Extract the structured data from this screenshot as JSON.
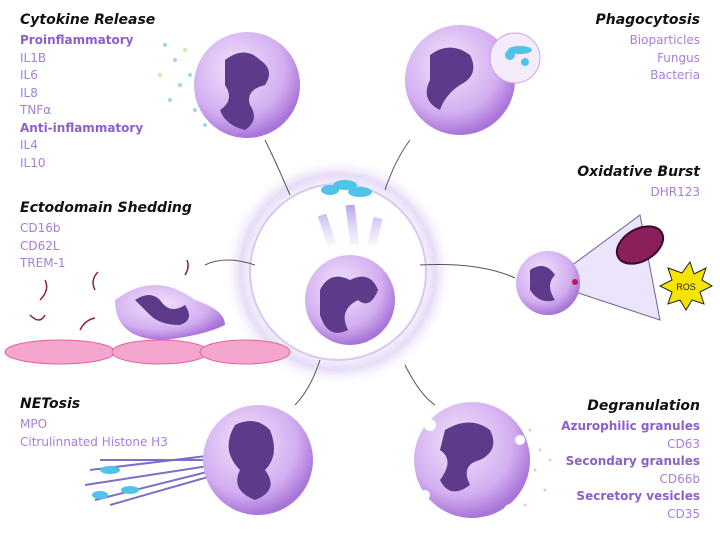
{
  "colors": {
    "accent": "#a77fda",
    "cell": "#c9a2e8",
    "nucleus": "#5e3a8a",
    "bacteria": "#4fc3e8",
    "ros": "#f5e400"
  },
  "cytokine_release": {
    "title": "Cytokine Release",
    "items": [
      {
        "label": "Proinflammatory",
        "bold": true
      },
      {
        "label": "IL1B"
      },
      {
        "label": "IL6"
      },
      {
        "label": "IL8"
      },
      {
        "label": "TNFα"
      },
      {
        "label": "Anti-inflammatory",
        "bold": true
      },
      {
        "label": "IL4"
      },
      {
        "label": "IL10"
      }
    ]
  },
  "phagocytosis": {
    "title": "Phagocytosis",
    "items": [
      {
        "label": "Bioparticles"
      },
      {
        "label": "Fungus"
      },
      {
        "label": "Bacteria"
      }
    ]
  },
  "oxidative_burst": {
    "title": "Oxidative Burst",
    "items": [
      {
        "label": "DHR123"
      }
    ],
    "ros_label": "ROS"
  },
  "ectodomain_shedding": {
    "title": "Ectodomain Shedding",
    "items": [
      {
        "label": "CD16b"
      },
      {
        "label": "CD62L"
      },
      {
        "label": "TREM-1"
      }
    ]
  },
  "netosis": {
    "title": "NETosis",
    "items": [
      {
        "label": "MPO"
      },
      {
        "label": "Citrulinnated Histone H3"
      }
    ]
  },
  "degranulation": {
    "title": "Degranulation",
    "items": [
      {
        "label": "Azurophilic granules",
        "bold": true
      },
      {
        "label": "CD63"
      },
      {
        "label": "Secondary granules",
        "bold": true
      },
      {
        "label": "CD66b"
      },
      {
        "label": "Secretory vesicles",
        "bold": true
      },
      {
        "label": "CD35"
      }
    ]
  }
}
